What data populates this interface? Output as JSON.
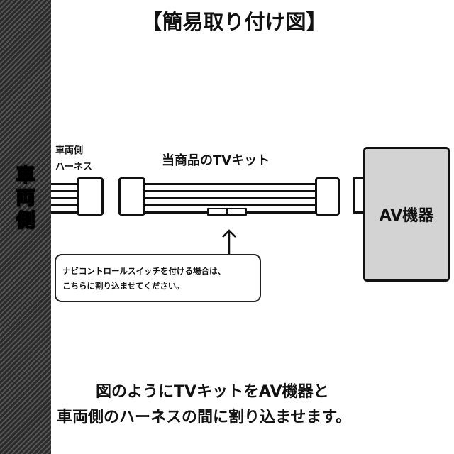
{
  "title": "【簡易取り付け図】",
  "vehicle_side_vertical": "車両側",
  "vehicle_harness_label": [
    "車両側",
    "ハーネス"
  ],
  "tv_kit_label": "当商品のTVキット",
  "av_device_label": "AV機器",
  "callout_text": [
    "ナビコントロールスイッチを付ける場合は、",
    "こちらに割り込ませてください。"
  ],
  "bottom_text": [
    "図のようにTVキットをAV機器と",
    "車両側のハーネスの間に割り込ませます。"
  ],
  "colors": {
    "strip": "#333333",
    "av_box": "#d3d3d3"
  }
}
